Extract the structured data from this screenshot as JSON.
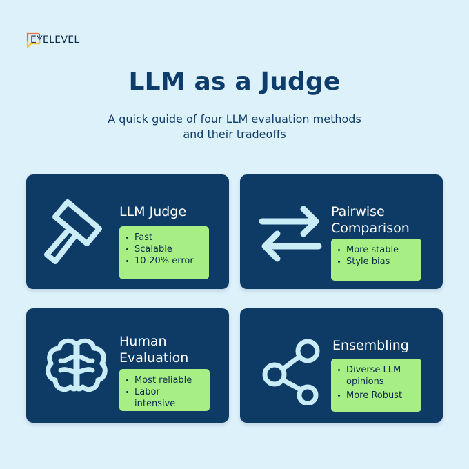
{
  "brand": {
    "name": "EYELEVEL",
    "accent_colors": [
      "#f26b3a",
      "#7b4fd6",
      "#f5c21b"
    ]
  },
  "header": {
    "title": "LLM as a Judge",
    "subtitle": "A quick guide of four LLM evaluation methods and their tradeoffs"
  },
  "colors": {
    "background": "#ddf1fb",
    "card": "#0d3b66",
    "pill": "#a7ef84",
    "icon": "#c9ecf7",
    "title": "#0f3d6b"
  },
  "cards": [
    {
      "title": "LLM Judge",
      "icon": "gavel-icon",
      "bullets": [
        "Fast",
        "Scalable",
        "10-20% error"
      ]
    },
    {
      "title": "Pairwise Comparison",
      "icon": "swap-arrows-icon",
      "bullets": [
        "More stable",
        "Style bias"
      ]
    },
    {
      "title": "Human Evaluation",
      "icon": "brain-icon",
      "bullets": [
        "Most reliable",
        "Labor intensive"
      ]
    },
    {
      "title": "Ensembling",
      "icon": "share-icon",
      "bullets": [
        "Diverse LLM opinions",
        "More Robust"
      ]
    }
  ]
}
